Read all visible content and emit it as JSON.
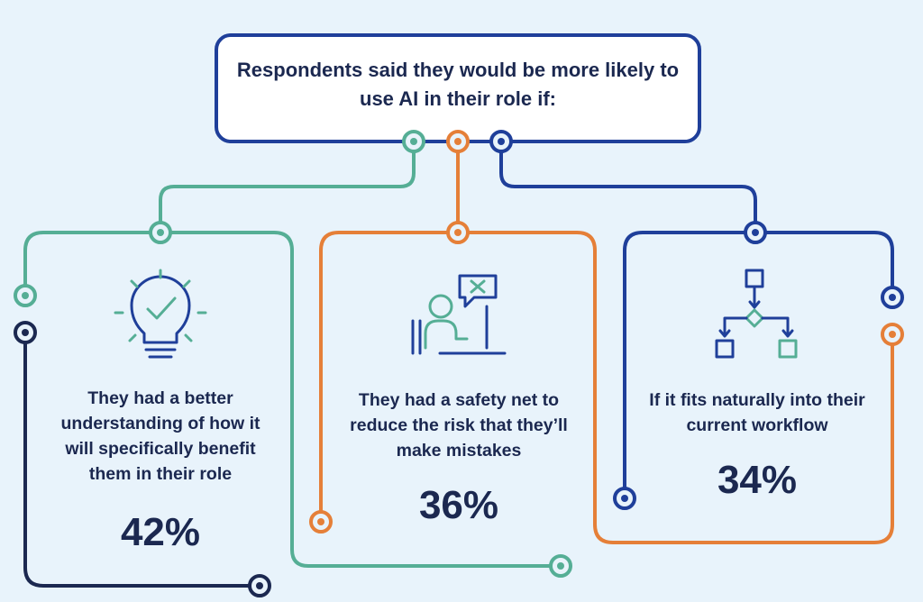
{
  "headline": "Respondents said they would be more likely to use AI in their role if:",
  "colors": {
    "navy": "#1b2850",
    "blue": "#1f3f9a",
    "teal": "#55ae95",
    "orange": "#e57f38",
    "background": "#e8f3fb"
  },
  "cards": [
    {
      "icon": "lightbulb-check-icon",
      "text": "They had a better understanding of how it will specifically benefit them in their role",
      "percent": "42%"
    },
    {
      "icon": "person-at-computer-error-icon",
      "text": "They had a safety net to reduce the risk that they’ll make mistakes",
      "percent": "36%"
    },
    {
      "icon": "workflow-flowchart-icon",
      "text": "If it fits naturally into their current workflow",
      "percent": "34%"
    }
  ]
}
